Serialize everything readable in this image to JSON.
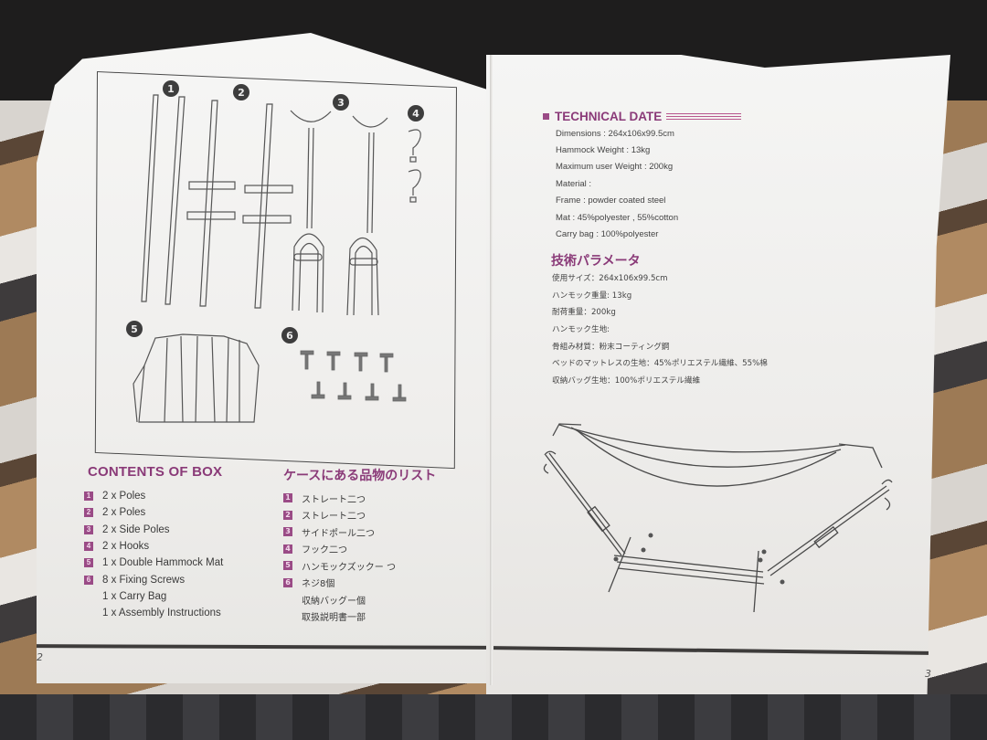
{
  "left_page": {
    "page_number": "2",
    "diagram": {
      "part_badges": [
        "1",
        "2",
        "3",
        "4",
        "5",
        "6"
      ],
      "parts": [
        {
          "id": "1",
          "depicts": "two straight poles"
        },
        {
          "id": "2",
          "depicts": "two straight poles with side connectors"
        },
        {
          "id": "3",
          "depicts": "two side poles with Y-shaped top and fork base"
        },
        {
          "id": "4",
          "depicts": "two hooks"
        },
        {
          "id": "5",
          "depicts": "folded hammock mat"
        },
        {
          "id": "6",
          "depicts": "eight fixing screws"
        }
      ]
    },
    "contents": {
      "title": "CONTENTS OF BOX",
      "items": [
        {
          "num": "1",
          "text": "2 x Poles"
        },
        {
          "num": "2",
          "text": "2 x Poles"
        },
        {
          "num": "3",
          "text": "2 x Side Poles"
        },
        {
          "num": "4",
          "text": "2 x Hooks"
        },
        {
          "num": "5",
          "text": "1 x Double Hammock Mat"
        },
        {
          "num": "6",
          "text": "8 x Fixing Screws"
        },
        {
          "num": "",
          "text": "1 x Carry Bag"
        },
        {
          "num": "",
          "text": "1 x Assembly Instructions"
        }
      ]
    },
    "contents_jp": {
      "title": "ケースにある品物のリスト",
      "items": [
        {
          "num": "1",
          "text": "ストレート二つ"
        },
        {
          "num": "2",
          "text": "ストレート二つ"
        },
        {
          "num": "3",
          "text": "サイドポール二つ"
        },
        {
          "num": "4",
          "text": "フック二つ"
        },
        {
          "num": "5",
          "text": "ハンモックズックー つ"
        },
        {
          "num": "6",
          "text": "ネジ8個"
        },
        {
          "num": "",
          "text": "収納バッグー個"
        },
        {
          "num": "",
          "text": "取扱説明書一部"
        }
      ]
    }
  },
  "right_page": {
    "page_number": "3",
    "technical": {
      "title": "TECHNICAL DATE",
      "rows": [
        "Dimensions : 264x106x99.5cm",
        "Hammock Weight : 13kg",
        "Maximum user Weight : 200kg",
        "Material :",
        "Frame : powder coated steel",
        "Mat : 45%polyester , 55%cotton",
        "Carry bag : 100%polyester"
      ]
    },
    "technical_jp": {
      "title": "技術パラメータ",
      "rows": [
        "使用サイズ：264x106x99.5cm",
        "ハンモック重量:  13kg",
        "耐荷重量：200kg",
        "ハンモック生地:",
        "骨組み材質：粉末コーティング鋼",
        "ベッドのマットレスの生地：45%ポリエステル繊維、55%棉",
        "収納バッグ生地：100%ポリエステル繊維"
      ]
    },
    "illustration": "assembled hammock on steel stand"
  },
  "colors": {
    "accent": "#8a3a78",
    "badge": "#9a4b86",
    "paper": "#f1f0ee",
    "rule": "#3e3c3b"
  }
}
